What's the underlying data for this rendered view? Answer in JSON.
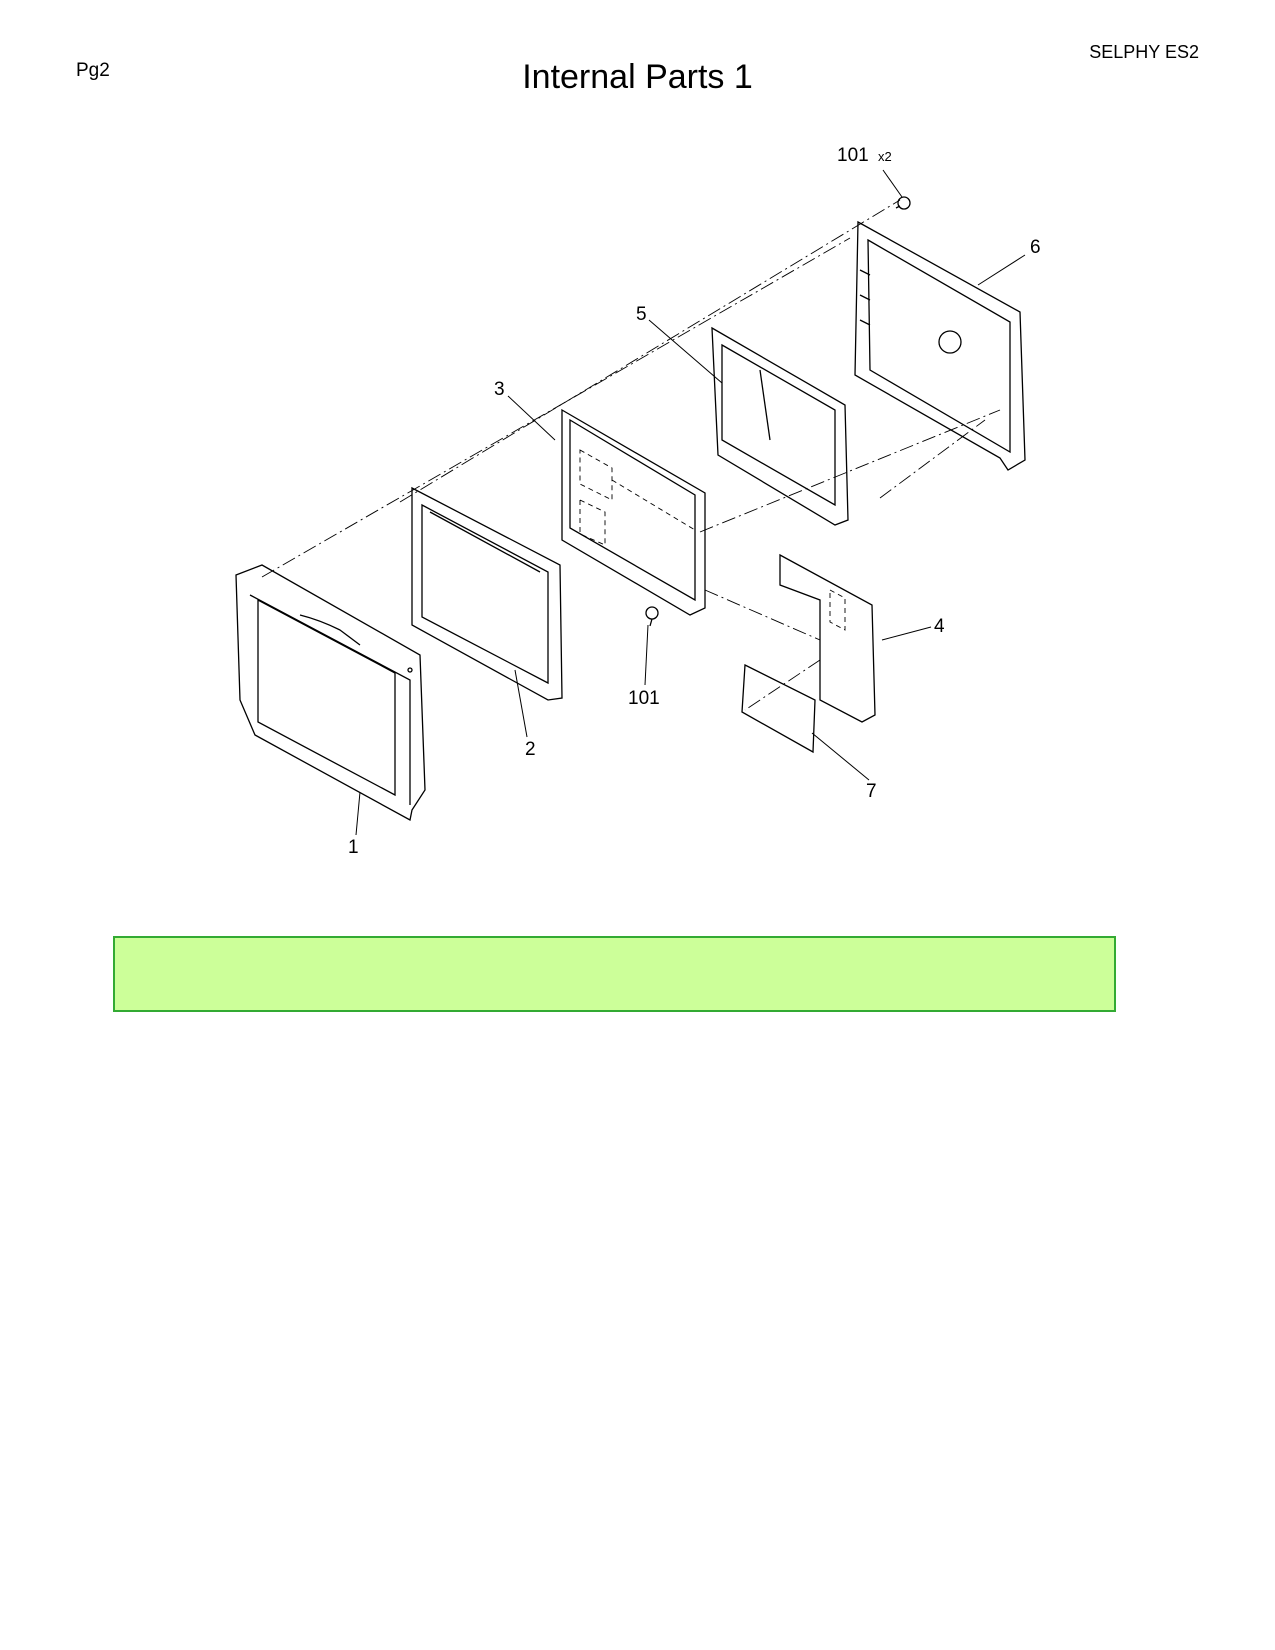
{
  "header": {
    "page_label": "Pg2",
    "model": "SELPHY ES2",
    "title": "Internal Parts 1"
  },
  "callouts": {
    "p1": "1",
    "p2": "2",
    "p3": "3",
    "p4": "4",
    "p5": "5",
    "p6": "6",
    "p7": "7",
    "screw_top": "101",
    "screw_top_qty": "x2",
    "screw_mid": "101"
  },
  "colors": {
    "notice_fill": "#ccff99",
    "notice_border": "#33aa33"
  }
}
